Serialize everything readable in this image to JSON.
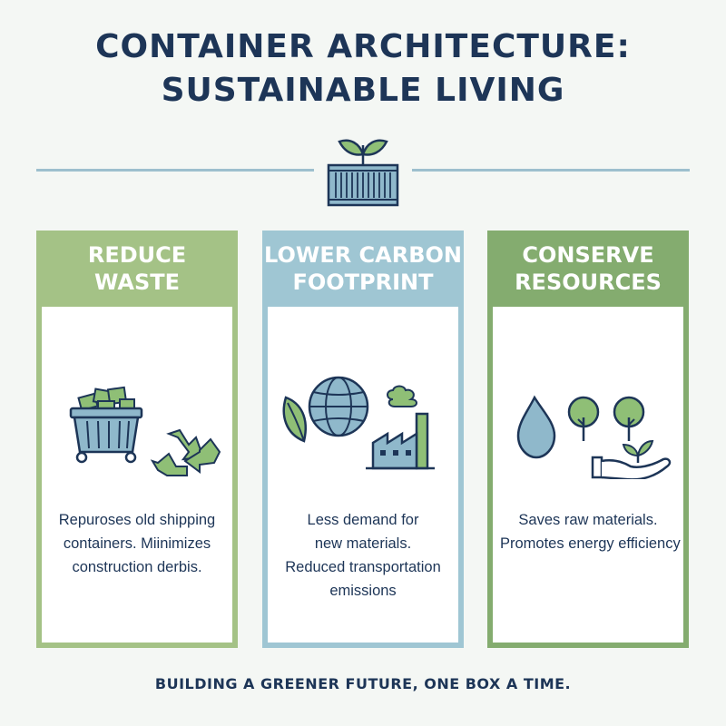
{
  "header": {
    "title_line1": "CONTAINER ARCHITECTURE:",
    "title_line2": "SUSTAINABLE LIVING",
    "hero_icon": "container-sprout-icon"
  },
  "cards": [
    {
      "heading_line1": "REDUCE",
      "heading_line2": "WASTE",
      "color": "#a4c286",
      "icons": [
        "dumpster-icon",
        "recycle-icon"
      ],
      "lines": [
        "Repuroses old shipping",
        "containers. Miinimizes",
        "construction derbis."
      ]
    },
    {
      "heading_line1": "LOWER CARBON",
      "heading_line2": "FOOTPRINT",
      "color": "#9fc6d3",
      "icons": [
        "leaf-globe-icon",
        "factory-icon"
      ],
      "lines": [
        "Less demand for",
        "new materials.",
        "Reduced transportation",
        "emissions"
      ]
    },
    {
      "heading_line1": "CONSERVE",
      "heading_line2": "RESOURCES",
      "color": "#84ac6f",
      "icons": [
        "water-drop-icon",
        "trees-icon",
        "hand-sprout-icon"
      ],
      "lines": [
        "Saves raw materials.",
        "Promotes energy efficiency"
      ]
    }
  ],
  "footer": {
    "tagline": "BUILDING A GREENER FUTURE, ONE BOX A TIME."
  },
  "colors": {
    "navy": "#1d3557",
    "green": "#a4c286",
    "blue": "#9fc6d3",
    "dark_green": "#84ac6f",
    "icon_blue": "#8fb8cb",
    "icon_green": "#8fbf76"
  }
}
